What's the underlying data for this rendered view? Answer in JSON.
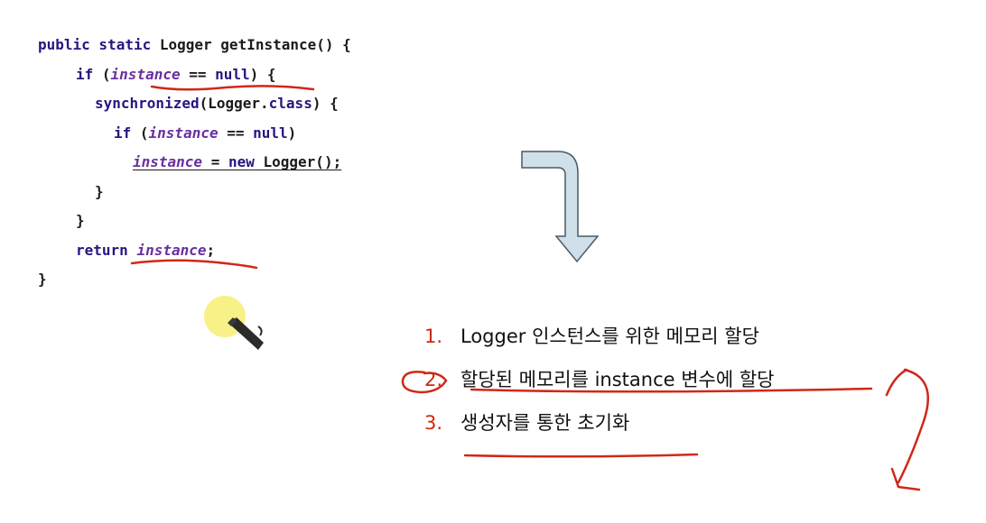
{
  "code": {
    "lines": [
      {
        "indent": 0,
        "tokens": [
          {
            "t": "public static",
            "c": "kw"
          },
          {
            "t": " Logger getInstance() {",
            "c": ""
          }
        ]
      },
      {
        "indent": 2,
        "tokens": [
          {
            "t": "if",
            "c": "kw"
          },
          {
            "t": " (",
            "c": ""
          },
          {
            "t": "instance",
            "c": "fld"
          },
          {
            "t": " == ",
            "c": ""
          },
          {
            "t": "null",
            "c": "kw"
          },
          {
            "t": ") {",
            "c": ""
          }
        ]
      },
      {
        "indent": 3,
        "tokens": [
          {
            "t": "synchronized",
            "c": "kw"
          },
          {
            "t": "(Logger.",
            "c": ""
          },
          {
            "t": "class",
            "c": "kw"
          },
          {
            "t": ") {",
            "c": ""
          }
        ]
      },
      {
        "indent": 4,
        "tokens": [
          {
            "t": "if",
            "c": "kw"
          },
          {
            "t": " (",
            "c": ""
          },
          {
            "t": "instance",
            "c": "fld"
          },
          {
            "t": " == ",
            "c": ""
          },
          {
            "t": "null",
            "c": "kw"
          },
          {
            "t": ")",
            "c": ""
          }
        ]
      },
      {
        "indent": 5,
        "underline": true,
        "tokens": [
          {
            "t": "instance",
            "c": "fld"
          },
          {
            "t": " = ",
            "c": ""
          },
          {
            "t": "new",
            "c": "kw"
          },
          {
            "t": " Logger();",
            "c": ""
          }
        ]
      },
      {
        "indent": 3,
        "tokens": [
          {
            "t": "}",
            "c": ""
          }
        ]
      },
      {
        "indent": 2,
        "tokens": [
          {
            "t": "}",
            "c": ""
          }
        ]
      },
      {
        "indent": 2,
        "tokens": [
          {
            "t": "return",
            "c": "kw"
          },
          {
            "t": " ",
            "c": ""
          },
          {
            "t": "instance",
            "c": "fld"
          },
          {
            "t": ";",
            "c": ""
          }
        ]
      },
      {
        "indent": 0,
        "tokens": [
          {
            "t": "}",
            "c": ""
          }
        ]
      }
    ]
  },
  "steps": [
    {
      "num": "1.",
      "text": "Logger 인스턴스를 위한 메모리 할당"
    },
    {
      "num": "2.",
      "text": "할당된 메모리를 instance 변수에 할당"
    },
    {
      "num": "3.",
      "text": "생성자를 통한 초기화"
    }
  ],
  "colors": {
    "keyword": "#2a1480",
    "field": "#6a2fa0",
    "annotation_red": "#d02818",
    "step_number": "#cc2a10",
    "arrow_fill": "#cfe0ea",
    "arrow_stroke": "#4a5a66",
    "cursor_highlight": "#f7ef7a"
  },
  "icons": [
    "bent-down-arrow-icon",
    "pen-cursor-icon",
    "swap-arrow-icon"
  ]
}
